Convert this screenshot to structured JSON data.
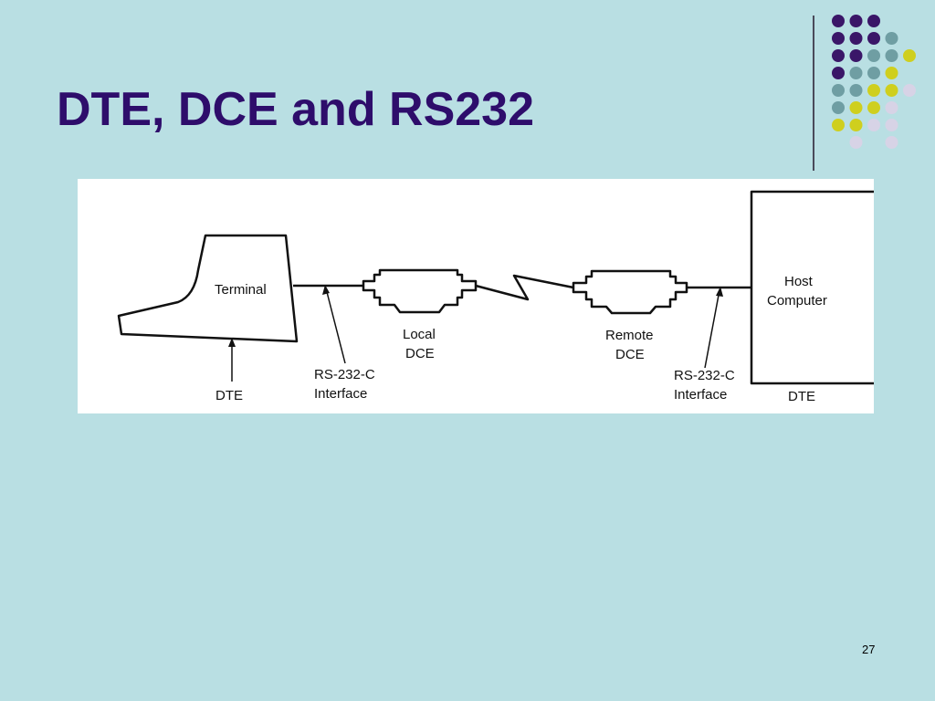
{
  "slide": {
    "title": "DTE, DCE and RS232",
    "page_number": "27",
    "colors": {
      "background": "#b9dfe3",
      "title": "#2e0d6b",
      "dot_purple": "#3a1668",
      "dot_teal": "#6f9ea3",
      "dot_yellow": "#cfcf1e",
      "dot_lavender": "#d7d3e6"
    }
  },
  "diagram": {
    "terminal_label": "Terminal",
    "dte_left_label": "DTE",
    "rs232_left_line1": "RS-232-C",
    "rs232_left_line2": "Interface",
    "local_dce_line1": "Local",
    "local_dce_line2": "DCE",
    "remote_dce_line1": "Remote",
    "remote_dce_line2": "DCE",
    "rs232_right_line1": "RS-232-C",
    "rs232_right_line2": "Interface",
    "host_line1": "Host",
    "host_line2": "Computer",
    "dte_right_label": "DTE"
  }
}
